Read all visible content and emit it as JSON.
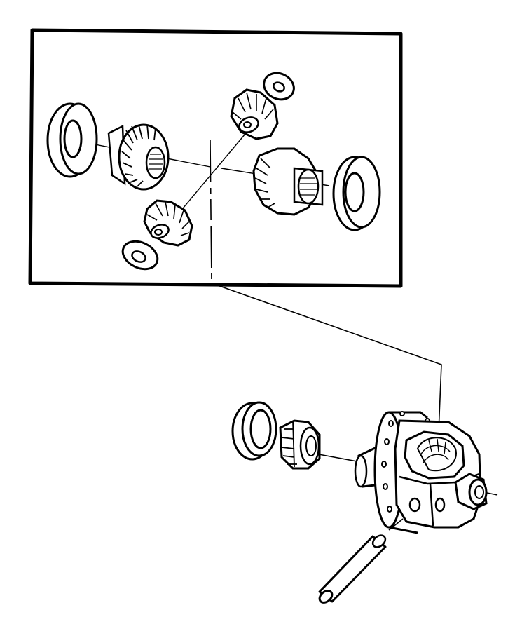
{
  "diagram": {
    "type": "exploded-parts-view",
    "colors": {
      "line": "#000000",
      "paper": "#ffffff"
    },
    "inset": {
      "parts": [
        "left-side-washer",
        "left-side-gear",
        "upper-pinion-washer",
        "upper-pinion-gear",
        "lower-pinion-gear",
        "lower-pinion-washer",
        "right-side-gear",
        "right-side-washer"
      ]
    },
    "assembly": {
      "parts": [
        "carrier-bearing-cup",
        "carrier-bearing-cone",
        "differential-case",
        "pinion-shaft"
      ]
    }
  }
}
